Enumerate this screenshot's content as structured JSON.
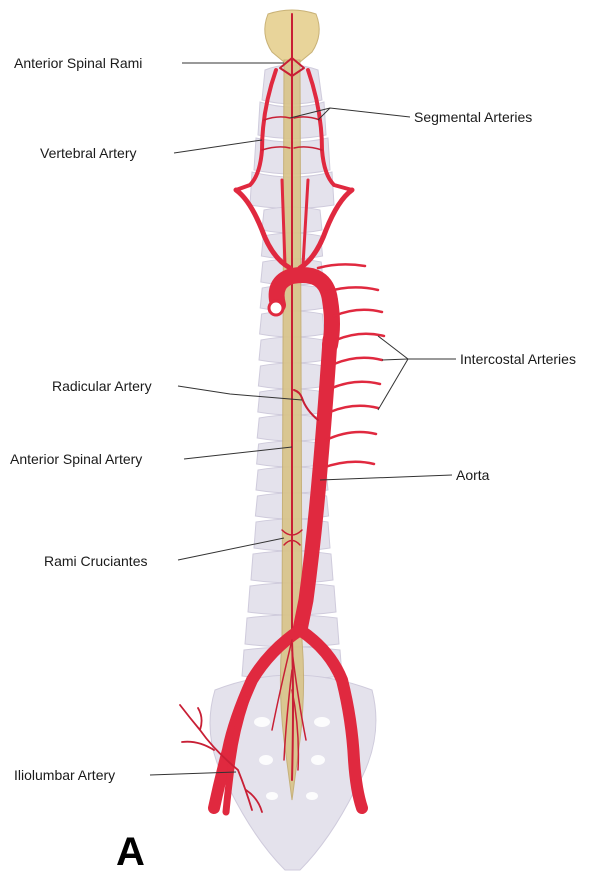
{
  "labels": {
    "anterior_spinal_rami": "Anterior Spinal Rami",
    "segmental_arteries": "Segmental Arteries",
    "vertebral_artery": "Vertebral Artery",
    "intercostal_arteries": "Intercostal Arteries",
    "radicular_artery": "Radicular Artery",
    "anterior_spinal_artery": "Anterior Spinal Artery",
    "aorta": "Aorta",
    "rami_cruciantes": "Rami Cruciantes",
    "iliolumbar_artery": "Iliolumbar Artery"
  },
  "panel_letter": "A",
  "colors": {
    "artery": "#e0293f",
    "artery_dark": "#b81a2e",
    "bone": "#e4e2ec",
    "bone_shadow": "#cfcbdc",
    "cord": "#d9c48a",
    "brainstem": "#e8d49a",
    "leader": "#333333"
  }
}
